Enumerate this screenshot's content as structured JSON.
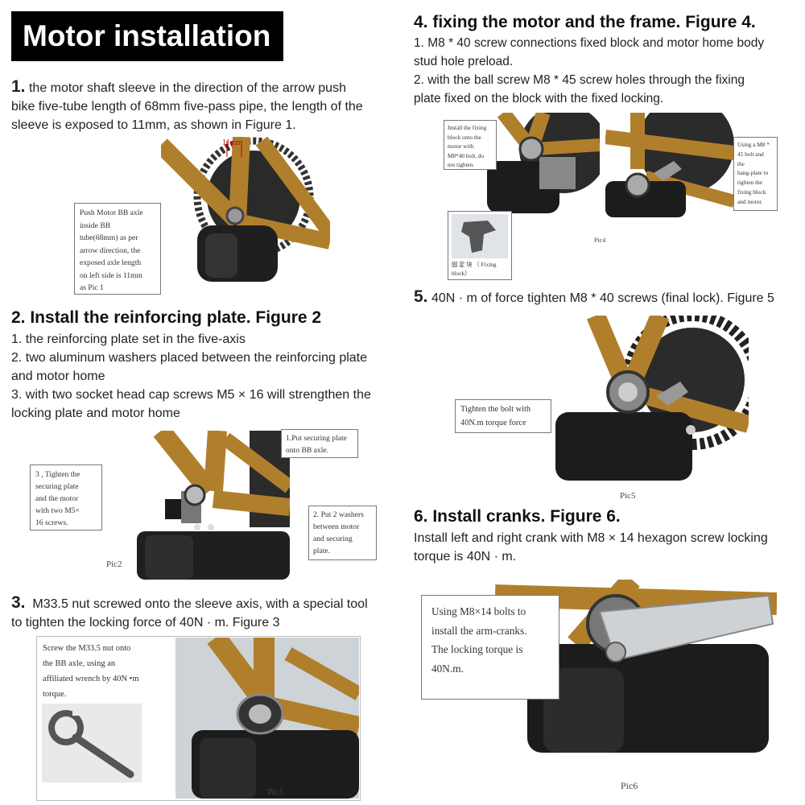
{
  "title": "Motor installation",
  "step1": {
    "number": "1.",
    "text_line1": "the motor shaft sleeve in the direction of the arrow push",
    "text_line2": "bike five-tube length of 68mm five-pass pipe, the length of the",
    "text_line3": "sleeve is exposed to 11mm, as shown in Figure 1.",
    "dimension_label": "11mm",
    "callout": [
      "Push Motor BB axle",
      "inside BB",
      "tube(68mm) as per",
      "arrow direction, the",
      "exposed axle length",
      "on left side is 11mm",
      "as Pic 1"
    ]
  },
  "step2": {
    "heading": "2. Install the reinforcing plate. Figure 2",
    "line1": "1. the reinforcing plate set in the five-axis",
    "line2": "2. two aluminum washers placed between the reinforcing plate",
    "line3": "and motor home",
    "line4": "3. with two socket head cap screws M5 × 16 will strengthen the",
    "line5": "locking plate and motor home",
    "callout_left": [
      "3 , Tighten the",
      "securing plate",
      "and the motor",
      "with two M5×",
      "16 screws."
    ],
    "callout_top": [
      "1.Put securing plate",
      "onto BB axle."
    ],
    "callout_right": [
      "2. Put 2 washers",
      "between motor",
      "and securing",
      "plate."
    ],
    "caption": "Pic2"
  },
  "step3": {
    "number": "3.",
    "text_line1": "M33.5 nut screwed onto the sleeve axis, with a special tool",
    "text_line2": "to tighten the locking force of 40N · m. Figure 3",
    "callout": [
      "Screw the M33.5 nut onto",
      "the BB axle, using an",
      "affiliated wrench by 40N •m",
      "torque."
    ],
    "caption": "Pic3"
  },
  "step4": {
    "heading": "4. fixing the motor and the frame. Figure 4.",
    "line1": "1. M8 * 40 screw connections fixed block and motor home body",
    "line2": "stud hole preload.",
    "line3": "2. with the ball screw M8 * 45 screw holes through the fixing",
    "line4": "plate fixed on the block with the fixed locking.",
    "callout_left": [
      "Install the fixing",
      "block onto the",
      "motor with",
      "M8*40 bolt, do",
      "not tighten."
    ],
    "callout_right": [
      "Using a M8 *",
      "45 bolt and",
      "the",
      "hang-plate to",
      "tighten the",
      "fixing block",
      "and motor."
    ],
    "callout_block": [
      "固 定 块 （ Fixing",
      "block）"
    ],
    "caption": "Pic4"
  },
  "step5": {
    "number": "5.",
    "text": "40N · m of force tighten M8 * 40 screws (final lock). Figure 5",
    "callout": [
      "Tighten the bolt with",
      "40N.m torque force"
    ],
    "caption": "Pic5"
  },
  "step6": {
    "heading": "6.  Install cranks. Figure 6.",
    "line1": "Install left and right crank with M8 × 14 hexagon screw locking",
    "line2": "torque is 40N · m.",
    "callout": [
      "Using M8×14 bolts to",
      "install the arm-cranks.",
      "The locking torque is",
      "40N.m."
    ],
    "caption": "Pic6"
  },
  "colors": {
    "frame": "#b07f2c",
    "frame_dark": "#7d5518",
    "motor": "#1c1c1c",
    "title_bg": "#000000"
  }
}
